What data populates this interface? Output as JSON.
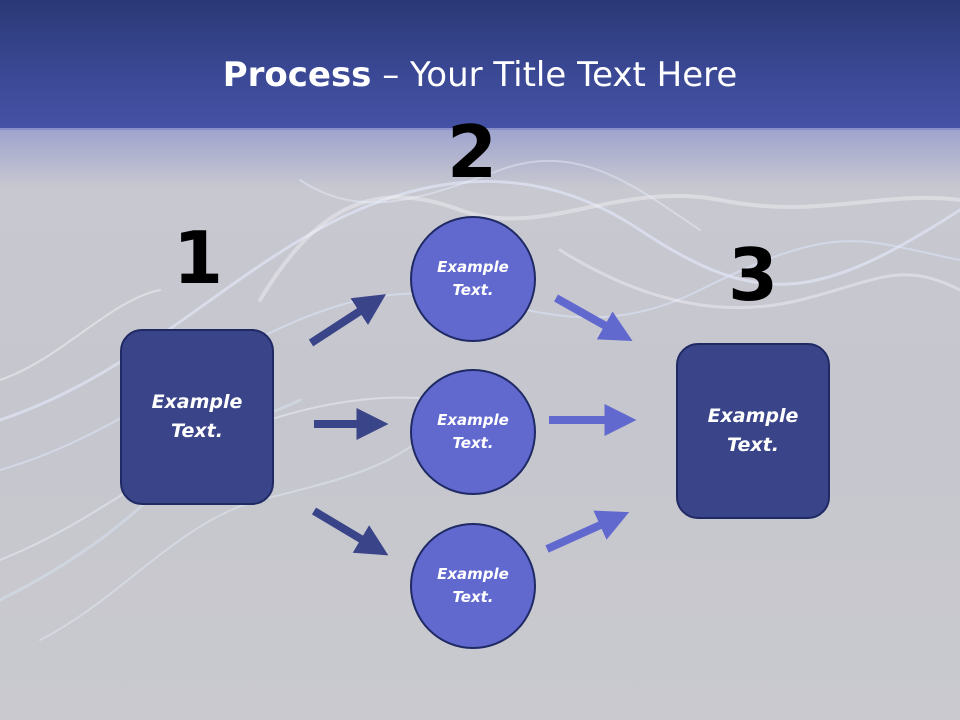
{
  "title": {
    "bold": "Process",
    "rest": " – Your Title Text Here"
  },
  "steps": [
    {
      "number": "1",
      "label": "Example\nText."
    },
    {
      "number": "2",
      "items": [
        "Example\nText.",
        "Example\nText.",
        "Example\nText."
      ]
    },
    {
      "number": "3",
      "label": "Example\nText."
    }
  ],
  "colors": {
    "header": "#3a4894",
    "box_fill": "#3a4489",
    "circle_fill": "#6169cf",
    "arrow_left": "#3a4489",
    "arrow_right": "#6169cf"
  }
}
